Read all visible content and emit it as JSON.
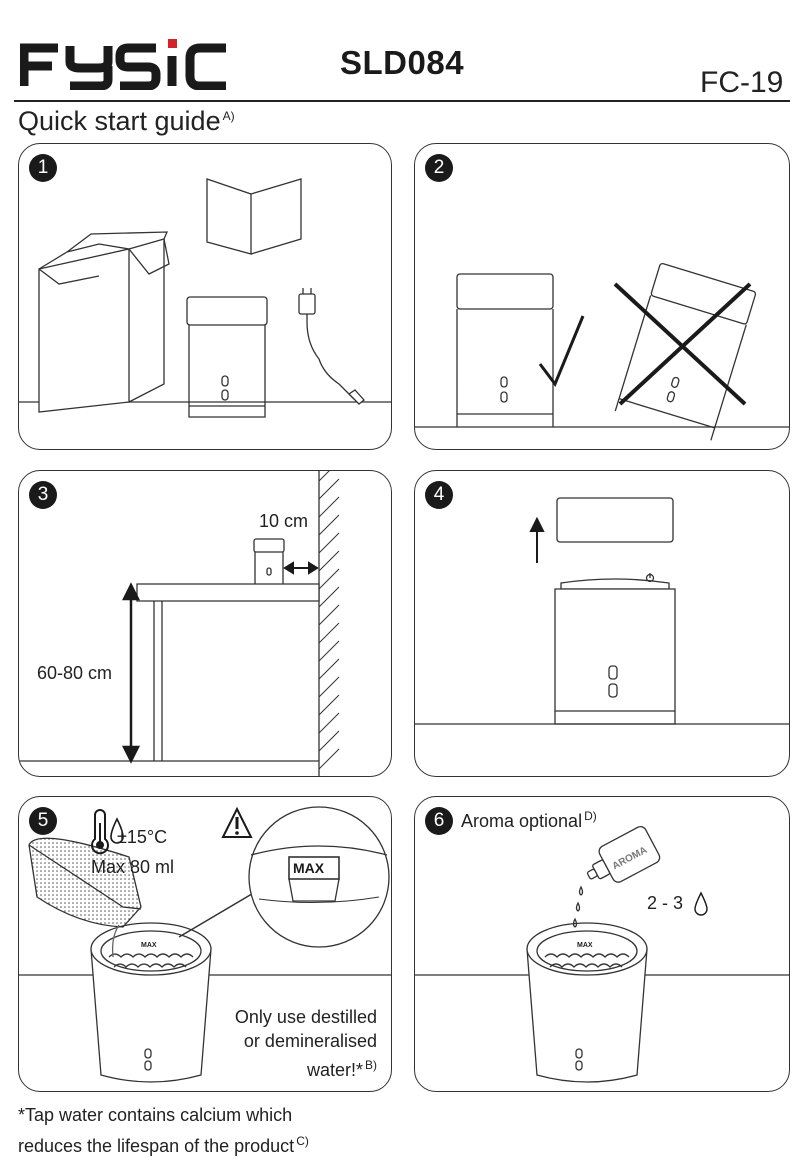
{
  "header": {
    "brand": "FYSIC",
    "model": "SLD084",
    "revision": "FC-19",
    "title": "Quick start guide",
    "title_note": "A)",
    "brand_accent": "#d2232a"
  },
  "steps": [
    {
      "number": "1"
    },
    {
      "number": "2"
    },
    {
      "number": "3",
      "distance_label": "10 cm",
      "height_label": "60-80 cm"
    },
    {
      "number": "4"
    },
    {
      "number": "5",
      "temperature": "±15°C",
      "volume": "Max 80 ml",
      "max_label": "MAX",
      "max_small": "MAX",
      "warning_lines": [
        "Only use destilled",
        "or demineralised",
        "water!*"
      ],
      "warning_note": "B)"
    },
    {
      "number": "6",
      "title": "Aroma optional",
      "title_note": "D)",
      "drops": "2 - 3",
      "bottle_label": "AROMA",
      "max_small": "MAX"
    }
  ],
  "footnote": {
    "line1": "*Tap water contains calcium which",
    "line2": "reduces the lifespan of the product",
    "note": "C)"
  },
  "icons": [
    "thermometer-icon",
    "water-drop-icon",
    "warning-icon",
    "check-mark-icon",
    "cross-mark-icon",
    "arrow-up-icon",
    "double-arrow-icon"
  ]
}
